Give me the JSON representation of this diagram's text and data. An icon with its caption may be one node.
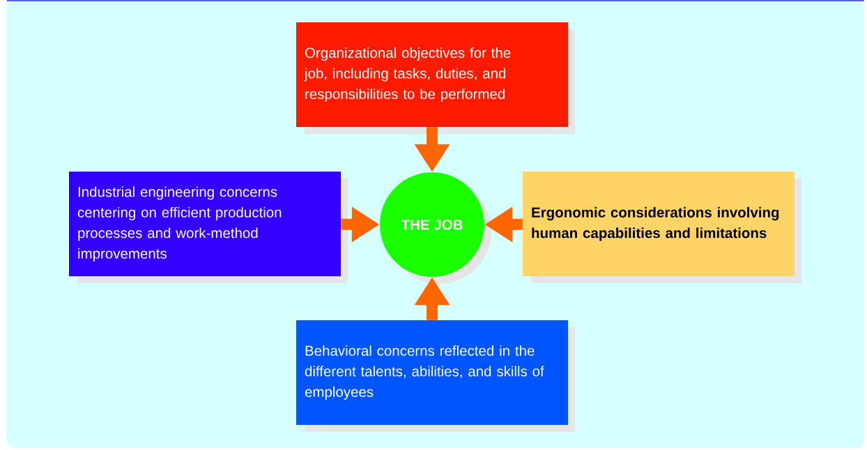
{
  "diagram": {
    "nodes": [
      {
        "text": [
          "Organizational objectives for the job, including tasks, duties, and responsibilities to be performed"
        ]
      },
      {
        "text": [
          "Industrial engineering concerns centering on efficient production processes and work-method improvements"
        ]
      },
      {
        "text": [
          "THE JOB"
        ]
      },
      {
        "text": [
          "Ergonomic considerations involving human capabilities and limitations"
        ]
      },
      {
        "text": [
          "Behavioral concerns reflected in the different talents, abilities, and skills of employees"
        ]
      }
    ],
    "edges": [
      {
        "from": 0,
        "to": 2,
        "arrow": "to"
      },
      {
        "from": 1,
        "to": 2,
        "arrow": "to"
      },
      {
        "from": 3,
        "to": 2,
        "arrow": "to"
      },
      {
        "from": 4,
        "to": 2,
        "arrow": "to"
      }
    ]
  }
}
